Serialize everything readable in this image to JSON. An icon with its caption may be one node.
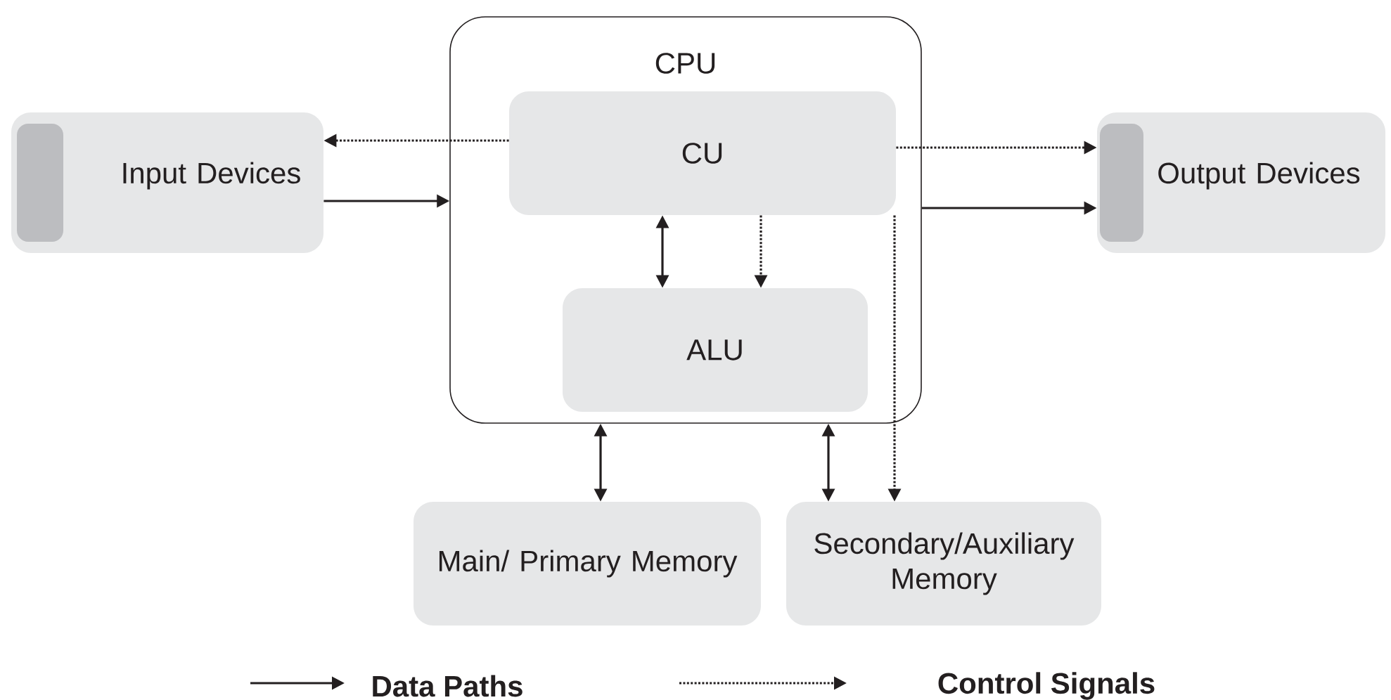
{
  "diagram": {
    "nodes": [
      {
        "text": [
          "Input Devices"
        ]
      },
      {
        "text": [
          "CPU"
        ]
      },
      {
        "text": [
          "CU"
        ],
        "in": 1
      },
      {
        "text": [
          "ALU"
        ],
        "in": 1
      },
      {
        "text": [
          "Output Devices"
        ]
      },
      {
        "text": [
          "Main/ Primary Memory"
        ]
      },
      {
        "text": [
          "Secondary/Auxiliary Memory"
        ]
      }
    ],
    "edges": [
      {
        "from": 2,
        "to": 0,
        "arrow": "to",
        "style": "dashed"
      },
      {
        "from": 0,
        "to": 1,
        "arrow": "to"
      },
      {
        "from": 2,
        "to": 4,
        "arrow": "to",
        "style": "dashed"
      },
      {
        "from": 1,
        "to": 4,
        "arrow": "to"
      },
      {
        "from": 2,
        "to": 3,
        "arrow": "both"
      },
      {
        "from": 2,
        "to": 3,
        "arrow": "to",
        "style": "dashed"
      },
      {
        "from": 2,
        "to": 6,
        "arrow": "to",
        "style": "dashed"
      },
      {
        "from": 1,
        "to": 5,
        "arrow": "both"
      },
      {
        "from": 1,
        "to": 6,
        "arrow": "both"
      }
    ],
    "legend": [
      {
        "text": "Data Paths"
      },
      {
        "text": "Control Signals"
      }
    ]
  }
}
